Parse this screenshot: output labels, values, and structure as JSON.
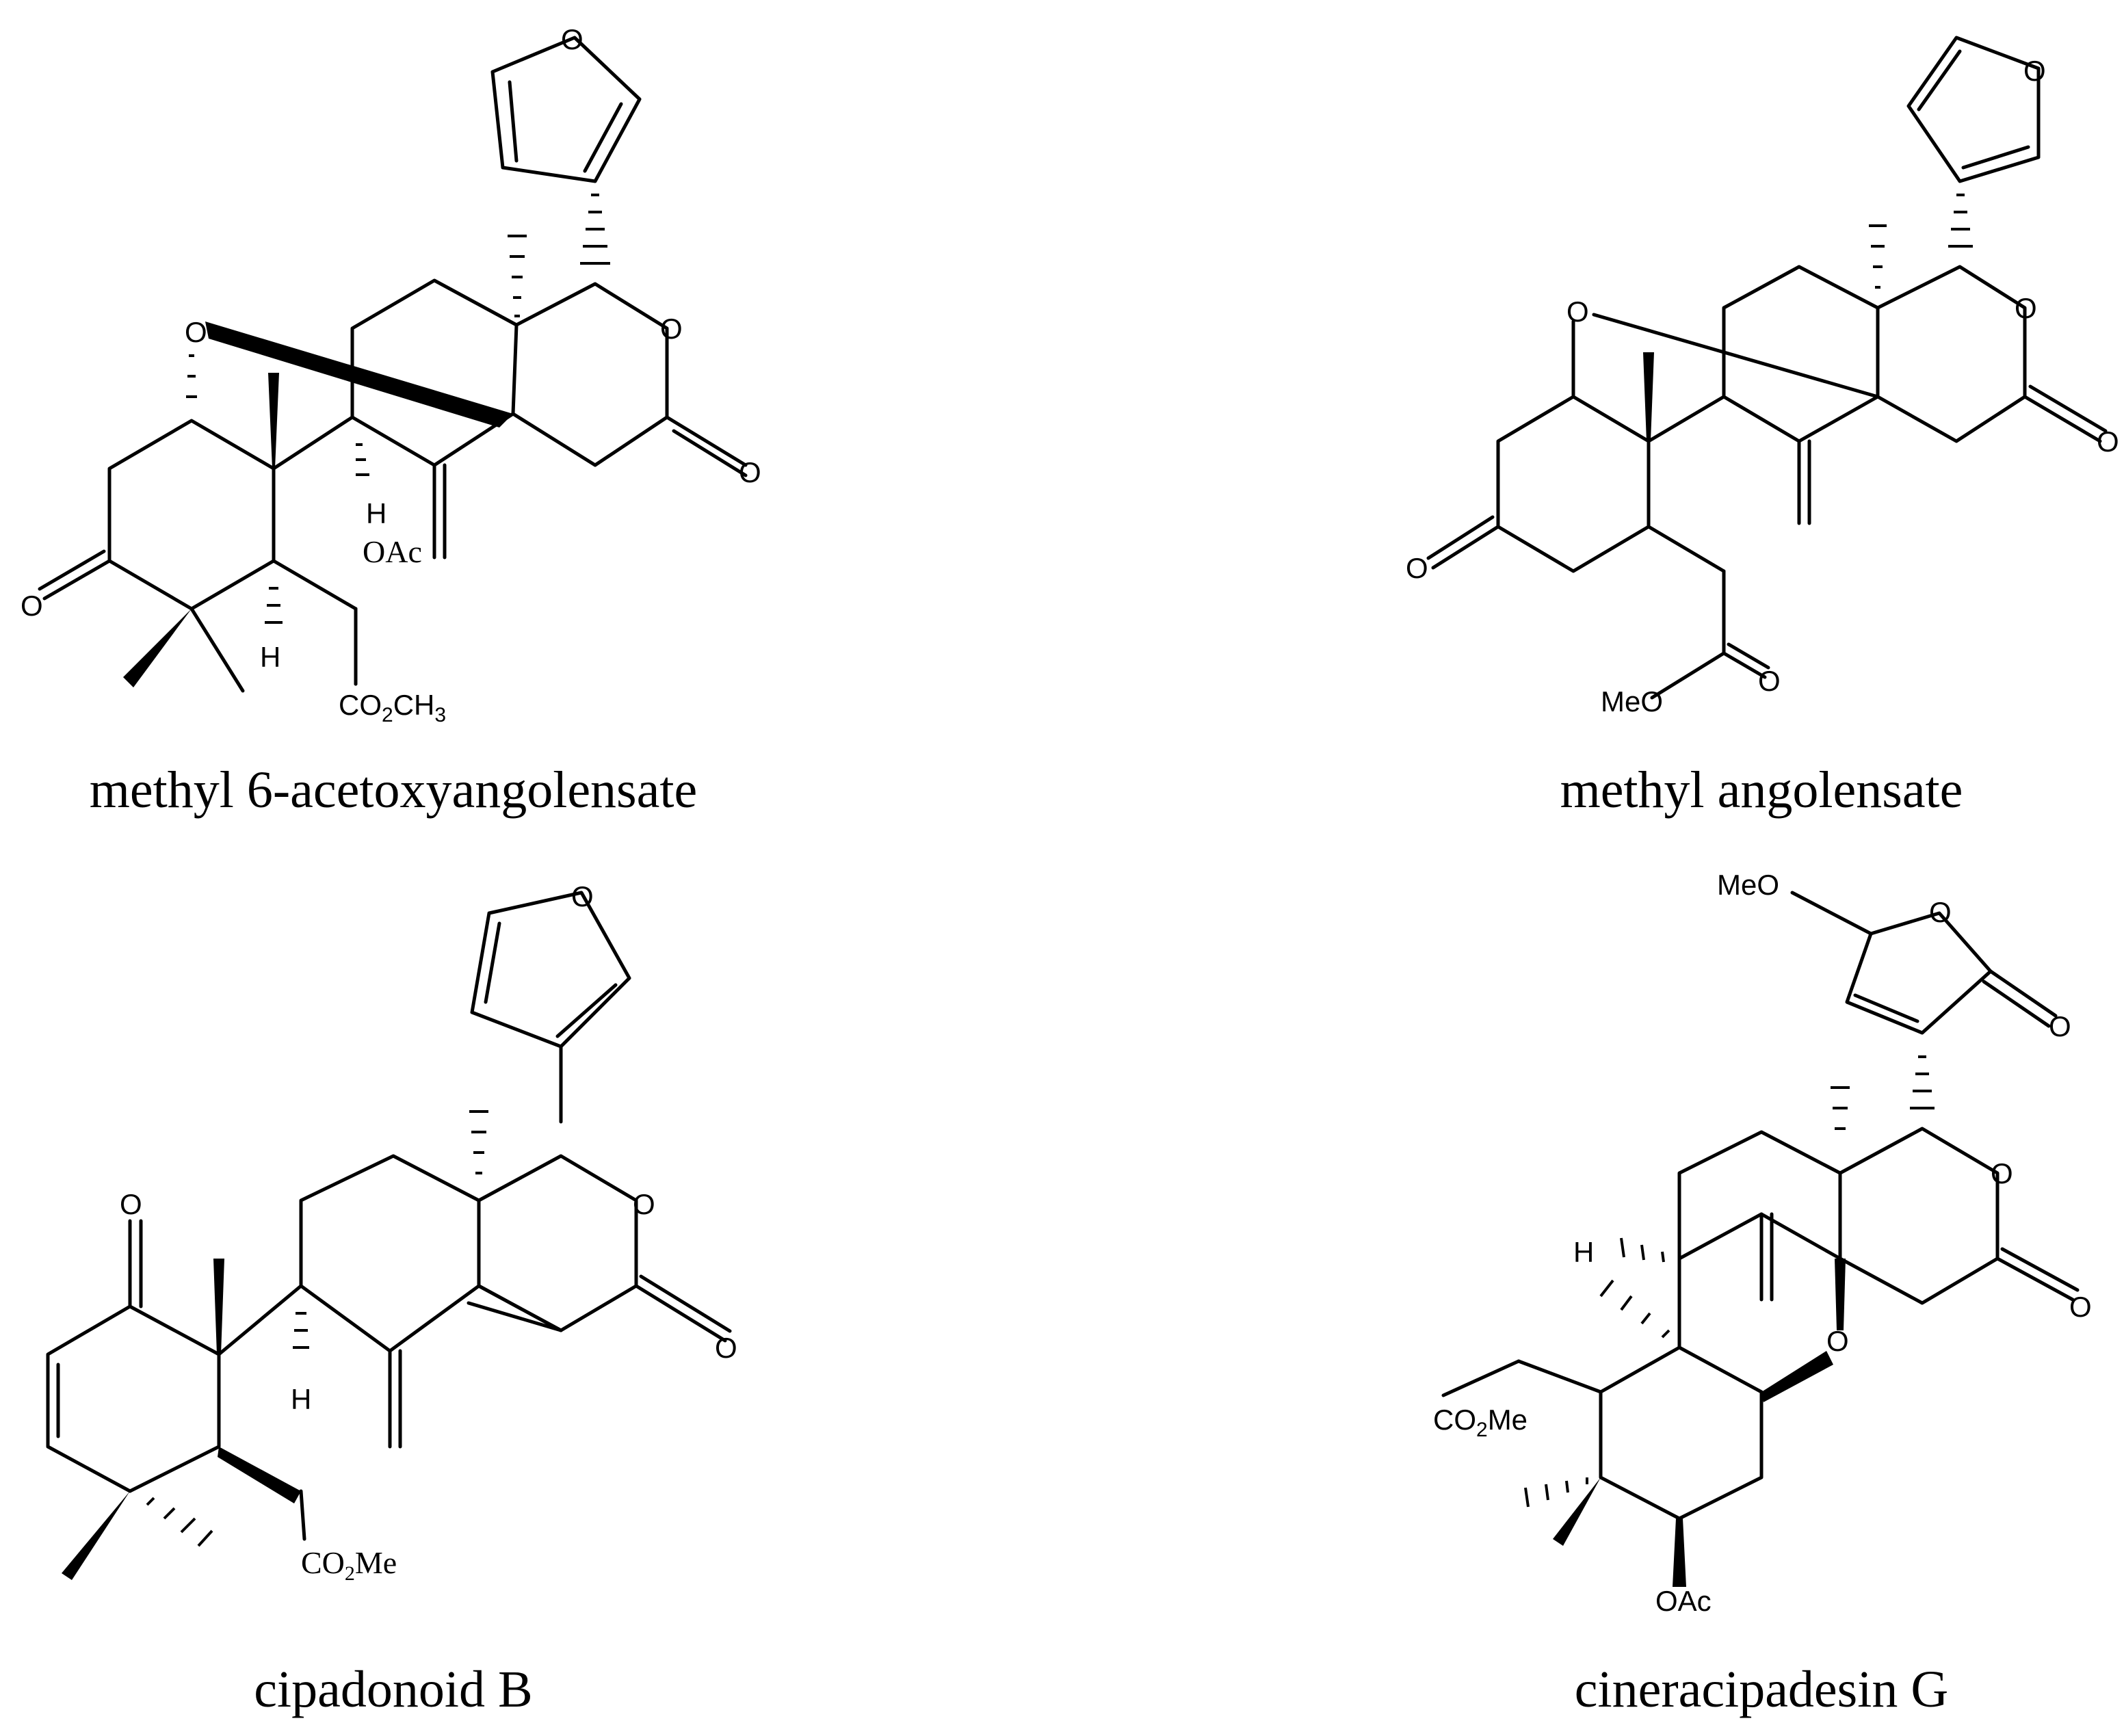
{
  "figure": {
    "compounds": [
      {
        "name": "methyl 6-acetoxyangolensate",
        "atom_labels": [
          "O",
          "O",
          "O",
          "O",
          "H",
          "H",
          "OAc",
          "CO2CH3"
        ]
      },
      {
        "name": "methyl angolensate",
        "atom_labels": [
          "O",
          "O",
          "O",
          "O",
          "O",
          "MeO"
        ]
      },
      {
        "name": "cipadonoid B",
        "atom_labels": [
          "O",
          "O",
          "O",
          "O",
          "H",
          "CO2Me"
        ]
      },
      {
        "name": "cineracipadesin G",
        "atom_labels": [
          "MeO",
          "O",
          "O",
          "O",
          "O",
          "H",
          "CO2Me",
          "OAc"
        ]
      }
    ]
  },
  "colors": {
    "ink": "#000000",
    "background": "#ffffff"
  }
}
